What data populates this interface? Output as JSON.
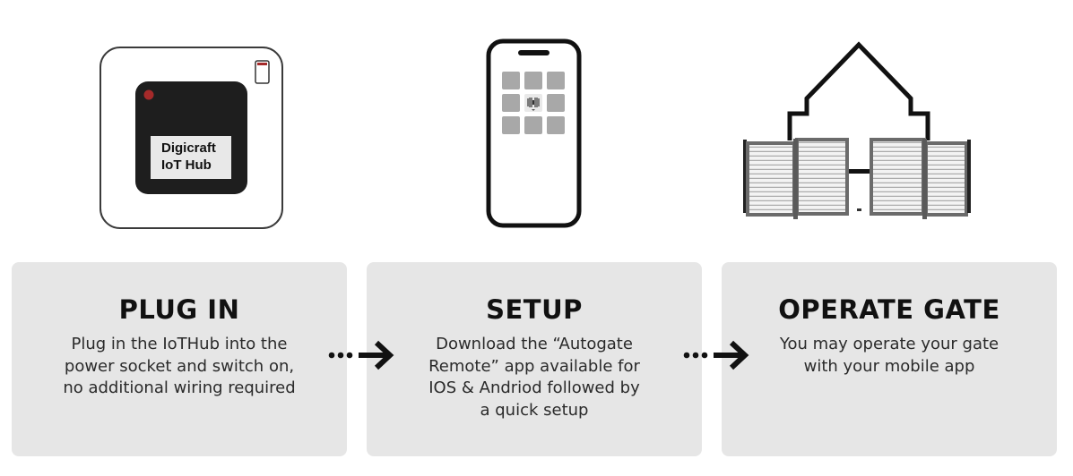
{
  "hub": {
    "label_line1": "Digicraft",
    "label_line2": "IoT Hub",
    "led_color": "#a52a2a"
  },
  "steps": [
    {
      "title": "PLUG IN",
      "lines": [
        "Plug in the IoTHub into the",
        "power socket and switch on,",
        "no additional wiring required"
      ]
    },
    {
      "title": "SETUP",
      "lines": [
        "Download the “Autogate",
        "Remote” app available for",
        "IOS & Andriod followed by",
        "a quick setup"
      ]
    },
    {
      "title": "OPERATE GATE",
      "lines": [
        "You may operate your gate",
        "with your mobile app"
      ]
    }
  ],
  "colors": {
    "card_bg": "#e6e6e6",
    "icon_stroke": "#111111",
    "app_tile": "#a8a8a8",
    "gate_frame": "#6b6b6b"
  },
  "icons": [
    "wall-socket-icon",
    "smartphone-icon",
    "house-gate-icon",
    "dotted-arrow-icon"
  ]
}
